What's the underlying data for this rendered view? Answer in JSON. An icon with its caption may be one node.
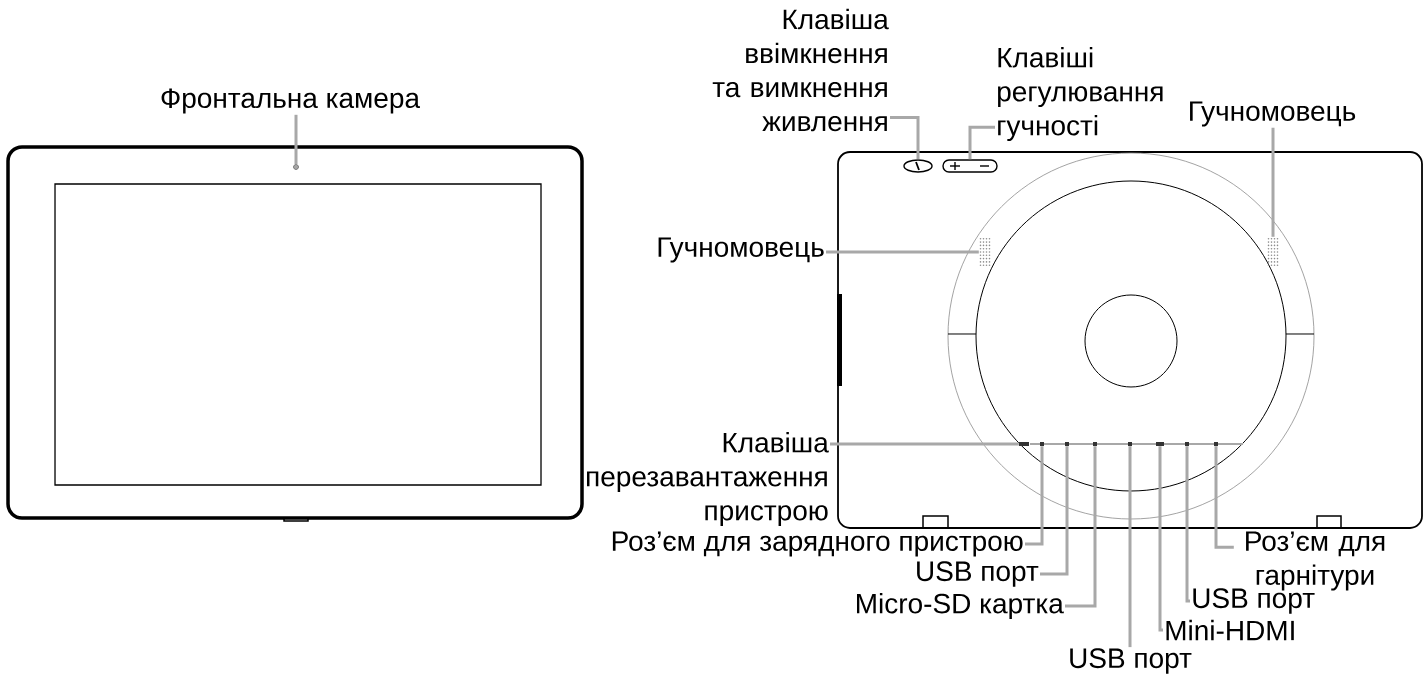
{
  "diagram": {
    "nodes": [
      {
        "text": [
          "Фронтальна камера"
        ]
      },
      {
        "text": [
          "Клавіша ввімкнення та вимкнення живлення"
        ]
      },
      {
        "text": [
          "Клавіші регулювання гучності"
        ]
      },
      {
        "text": [
          "Гучномовець"
        ]
      },
      {
        "text": [
          "Гучномовець"
        ]
      },
      {
        "text": [
          "Клавіша перезавантаження пристрою"
        ]
      },
      {
        "text": [
          "Роз’єм для зарядного пристрою"
        ]
      },
      {
        "text": [
          "USB порт"
        ]
      },
      {
        "text": [
          "Micro-SD картка"
        ]
      },
      {
        "text": [
          "USB порт"
        ]
      },
      {
        "text": [
          "Mini-HDMI"
        ]
      },
      {
        "text": [
          "USB порт"
        ]
      },
      {
        "text": [
          "Роз’єм для гарнітури"
        ]
      },
      {
        "text": [],
        "shape": "circle"
      },
      {
        "text": [],
        "shape": "ellipse"
      },
      {
        "text": [],
        "shape": "box"
      },
      {
        "text": [],
        "shape": "box"
      },
      {
        "text": [],
        "shape": "box"
      },
      {
        "text": [],
        "shape": "box"
      },
      {
        "text": [],
        "shape": "box"
      },
      {
        "text": [],
        "shape": "box"
      },
      {
        "text": [],
        "shape": "box"
      },
      {
        "text": [],
        "shape": "box"
      },
      {
        "text": [],
        "shape": "box"
      },
      {
        "text": [],
        "shape": "box"
      },
      {
        "text": [],
        "shape": "box"
      }
    ],
    "edges": [
      {
        "from": 0,
        "to": 13,
        "arrow": "none"
      },
      {
        "from": 1,
        "to": 14,
        "arrow": "none"
      },
      {
        "from": 2,
        "to": 15,
        "arrow": "none"
      },
      {
        "from": 3,
        "to": 17,
        "arrow": "none"
      },
      {
        "from": 4,
        "to": 16,
        "arrow": "none"
      },
      {
        "from": 5,
        "to": 18,
        "arrow": "none"
      },
      {
        "from": 6,
        "to": 19,
        "arrow": "none"
      },
      {
        "from": 7,
        "to": 20,
        "arrow": "none"
      },
      {
        "from": 8,
        "to": 21,
        "arrow": "none"
      },
      {
        "from": 9,
        "to": 22,
        "arrow": "none"
      },
      {
        "from": 10,
        "to": 23,
        "arrow": "none"
      },
      {
        "from": 11,
        "to": 24,
        "arrow": "none"
      },
      {
        "from": 12,
        "to": 25,
        "arrow": "none"
      }
    ]
  }
}
